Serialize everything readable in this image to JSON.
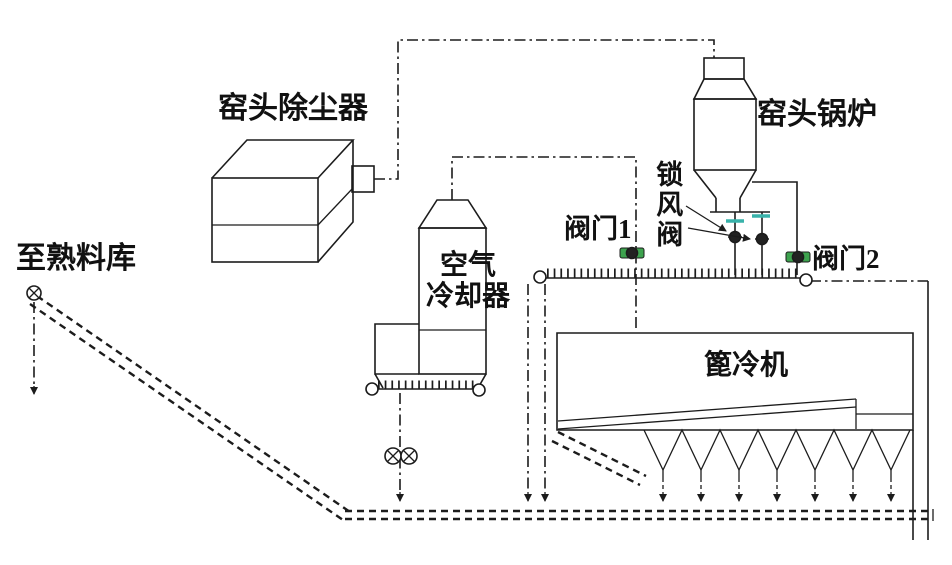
{
  "diagram": {
    "labels": {
      "dust_collector": "窑头除尘器",
      "kiln_head_boiler": "窑头锅炉",
      "to_clinker_silo": "至熟料库",
      "air_cooler_line1": "空气",
      "air_cooler_line2": "冷却器",
      "valve_1": "阀门1",
      "air_lock_valve": "锁风阀",
      "valve_2": "阀门2",
      "grate_cooler": "篦冷机"
    },
    "colors": {
      "line": "#1c1c1c",
      "valve_body": "#3da24e",
      "flange_teal": "#38b2aa",
      "background": "#ffffff"
    }
  }
}
